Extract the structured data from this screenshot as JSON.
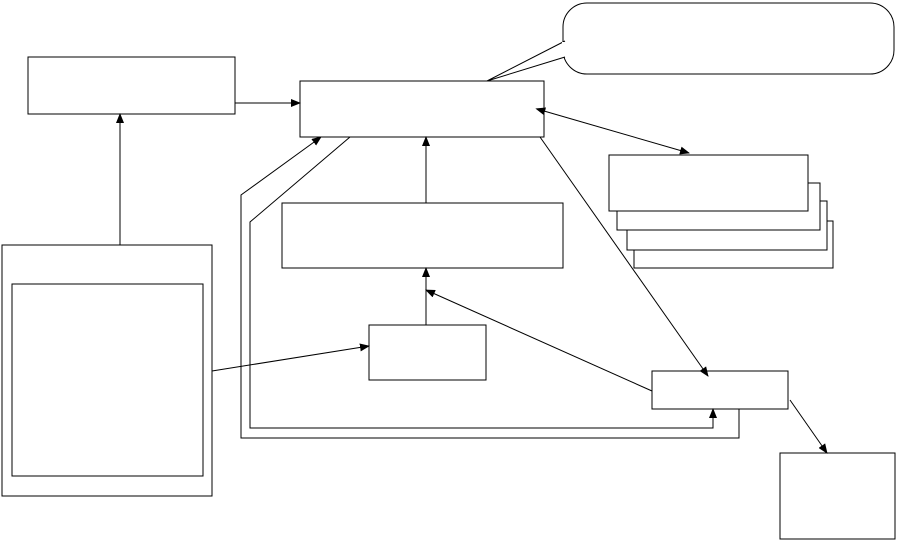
{
  "diagram": {
    "stroke_color": "#000000",
    "background_color": "#ffffff",
    "nodes": [
      {
        "id": "top-left-box",
        "label": ""
      },
      {
        "id": "central-top-box",
        "label": ""
      },
      {
        "id": "callout-bubble",
        "label": ""
      },
      {
        "id": "stacked-doc-1",
        "label": ""
      },
      {
        "id": "stacked-doc-2",
        "label": ""
      },
      {
        "id": "stacked-doc-3",
        "label": ""
      },
      {
        "id": "stacked-doc-4",
        "label": ""
      },
      {
        "id": "mid-box",
        "label": ""
      },
      {
        "id": "small-center-box",
        "label": ""
      },
      {
        "id": "left-outer-box",
        "label": ""
      },
      {
        "id": "left-inner-box",
        "label": ""
      },
      {
        "id": "lower-right-box",
        "label": ""
      },
      {
        "id": "bottom-right-box",
        "label": ""
      }
    ]
  }
}
